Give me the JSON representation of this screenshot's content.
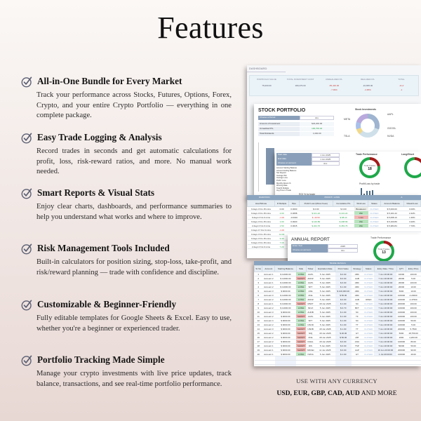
{
  "title": "Features",
  "features": [
    {
      "icon": "check-circle-icon",
      "title": "All-in-One Bundle for Every Market",
      "description": "Track your performance across Stocks, Futures, Options, Forex, Crypto, and your entire Crypto Portfolio — everything in one complete package."
    },
    {
      "icon": "check-circle-icon",
      "title": "Easy Trade Logging & Analysis",
      "description": "Record trades in seconds and get automatic calculations for profit, loss, risk-reward ratios, and more. No manual work needed."
    },
    {
      "icon": "check-circle-icon",
      "title": "Smart Reports & Visual Stats",
      "description": "Enjoy clear charts, dashboards, and performance summaries to help you understand what works and where to improve."
    },
    {
      "icon": "check-circle-icon",
      "title": "Risk Management Tools Included",
      "description": "Built-in calculators for position sizing, stop-loss, take-profit, and risk/reward planning — trade with confidence and discipline."
    },
    {
      "icon": "check-circle-icon",
      "title": "Customizable & Beginner-Friendly",
      "description": "Fully editable templates for Google Sheets & Excel. Easy to use, whether you're a beginner or experienced trader."
    },
    {
      "icon": "check-circle-icon",
      "title": "Portfolio Tracking Made Simple",
      "description": "Manage your crypto investments with live price updates, track balance, transactions, and see real-time portfolio performance."
    }
  ],
  "dashboard": {
    "header": "DASHBOARD",
    "kpis": [
      {
        "label": "PORTFOLIO VALUE",
        "value": "75,000.00",
        "sub": ""
      },
      {
        "label": "TOTAL INVESTMENT COST",
        "value": "180,279.00",
        "sub": ""
      },
      {
        "label": "UNREALIZED P/L",
        "value": "-55,420.00",
        "sub": "-7.99%"
      },
      {
        "label": "REALIZED P/L",
        "value": "-10,835.00",
        "sub": "-4.95%"
      },
      {
        "label": "TOTAL",
        "value": "-11,0",
        "sub": "-1"
      }
    ]
  },
  "stock_portfolio": {
    "title": "STOCK PORTFOLIO",
    "period_label": "Choose a Period",
    "period_value": "ALL",
    "rows": [
      {
        "label": "Amount of Investment",
        "value": "$23,200.00"
      },
      {
        "label": "Unrealized P/L",
        "value": "100,700.40"
      },
      {
        "label": "Total Dividends",
        "value": "1,000.00"
      }
    ],
    "donut_title": "Stock Investments",
    "donut_labels": [
      "META",
      "AAPL",
      "GOOGL",
      "TSLA",
      "NVDA"
    ]
  },
  "stats": {
    "start_label": "Start date",
    "start_value": "1 Jun 2025",
    "end_label": "End date",
    "end_value": "1 Jun 2025",
    "account_label": "Choose an account",
    "account_value": "ALL",
    "rows": [
      "Account Starting Balance",
      "Account Ending Balance",
      "Net Deposit",
      "Average Win",
      "Average Loss",
      "Profit / Loss",
      "Monthly Return %",
      "Winning Rate",
      "Total R Multiple",
      "Avg Time in Trade"
    ],
    "chart_title": "ROI % by trade",
    "trade_perf_title": "Trade Performance",
    "total_trades_label": "Total Trades",
    "total_trades": "18",
    "long_short_title": "Long/Short",
    "profit_loss_title": "Profit/Loss by trade"
  },
  "trade_log": {
    "bands": [
      "DURATION",
      "PROFIT / LOSS",
      "A"
    ],
    "columns": [
      "Hour/Minute",
      "R Multiple",
      "Pips",
      "Profit/ Loss (Minus Fees)",
      "Cumulative P/L",
      "Win/Loss",
      "Status",
      "Account Balance",
      "%Gain/Loss"
    ],
    "rows": [
      [
        "9 days 3 hrs 15 mins",
        "0.00",
        "0.0000",
        "$ 0.00",
        "$ 0.00",
        "Breakeven",
        "CLOSED",
        "$ 5,000.00",
        "0.00%"
      ],
      [
        "9 days 3 hrs 15 mins",
        "2.00",
        "0.0058",
        "$ 101.22",
        "$ 101.22",
        "Win",
        "CLOSED",
        "$ 5,101.22",
        "2.42%"
      ],
      [
        "9 days 0 hrs 0 mins",
        "-1.00",
        "-0.0010",
        "$ -40.50",
        "$ 68.10",
        "Loss",
        "CLOSED",
        "$ 5,068.10",
        "1.36%"
      ],
      [
        "9 days 3 hrs 15 mins",
        "1.00",
        "0.0020",
        "$ 140.89",
        "$ 208.99",
        "Win",
        "CLOSED",
        "$ 5,160.89",
        "3.20%"
      ],
      [
        "2 days 0 hrs 0 mins",
        "1.50",
        "0.0015",
        "$ 224.76",
        "$ 453.76",
        "Win",
        "CLOSED",
        "$ 5,384.84",
        "7.70%"
      ],
      [
        "0 days 17 hrs 0 mins",
        "-1.00",
        "",
        "",
        "",
        "",
        "",
        "",
        ""
      ],
      [
        "0 days 3 hrs 15 mins",
        "14.00",
        "",
        "",
        "",
        "",
        "",
        "",
        ""
      ],
      [
        "9 days 3 hrs 15 mins",
        "9.40",
        "",
        "",
        "",
        "",
        "",
        "",
        ""
      ],
      [
        "9 days 3 hrs 15 mins",
        "7.16",
        "",
        "",
        "",
        "",
        "",
        "",
        ""
      ],
      [
        "2 days 0 hrs 0 mins",
        "7.20",
        "",
        "",
        "",
        "",
        "",
        "",
        ""
      ],
      [
        "28 days 0 hrs 0 mins",
        "6.87",
        "",
        "",
        "",
        "",
        "",
        "",
        ""
      ],
      [
        "2 days 0 hrs 0 mins",
        "1.90",
        "",
        "",
        "",
        "",
        "",
        "",
        ""
      ]
    ]
  },
  "annual_report": {
    "title": "ANNUAL REPORT",
    "year_label": "Enter Year",
    "year_value": "2025",
    "account_label": "Choose an account",
    "account_value": "ALL",
    "trade_perf_title": "Trade Performance",
    "total_trades_label": "Total Trades",
    "total_trades": "13"
  },
  "trade_details": {
    "band": "TRADE DETAILS",
    "band_right": "OPEN POSITION",
    "columns": [
      "Sr No",
      "Account",
      "Starting Balance",
      "Side",
      "Ticker",
      "Expiration Date",
      "Point Value",
      "Strategy",
      "Status",
      "Entry Date / Time",
      "QTY",
      "Entry Price"
    ],
    "rows": [
      [
        "1",
        "Account 1",
        "$ 12000.00",
        "LONG",
        "AAPL",
        "5 Jun 2025",
        "$ 0.00",
        "ABC",
        "CLOSED",
        "7 Jun 20:00:00",
        "10000",
        "100.00"
      ],
      [
        "2",
        "Account 2",
        "$ 12000.00",
        "SHORT",
        "ADOZ",
        "5 Jun 2025",
        "$ 0.00",
        "AAB",
        "CLOSED",
        "7 Jun 20:00:00",
        "20000",
        "5.00"
      ],
      [
        "3",
        "Account 1",
        "$ 12000.00",
        "LONG",
        "AAPL",
        "5 Jun 2025",
        "$ 0.00",
        "ABC",
        "CLOSED",
        "7 Jun 20:00:00",
        "20000",
        "100.00"
      ],
      [
        "4",
        "Account 2",
        "$ 12000.00",
        "LONG",
        "SPY",
        "5 Jun 2025",
        "$ 1.00",
        "ABC",
        "CLOSED",
        "7 Jun 20:00:00",
        "20000",
        "10.00"
      ],
      [
        "5",
        "Account 3",
        "$ 9000.00",
        "LONG",
        "AXE",
        "5 Jun 2025",
        "$ 100,000.00",
        "ABC",
        "CLOSED",
        "7 Jun 20:00:00",
        "5000",
        "10.00"
      ],
      [
        "6",
        "Account 3",
        "$ 12000.00",
        "LONG",
        "ZCE",
        "5 Jun 2025",
        "$ 50.00",
        "ABC",
        "CLOSED",
        "7 Jun 20:00:00",
        "100000",
        "4.20000"
      ],
      [
        "7",
        "Account 2",
        "$ 12000.00",
        "LONG",
        "ADOZ",
        "5 Jun 2025",
        "$ 0.00",
        "AAB",
        "OPEN",
        "7 Jun 20:00:00",
        "100000",
        "4.47500"
      ],
      [
        "8",
        "Account 1",
        "$ 12000.00",
        "SHORT",
        "MSFT",
        "18 Jun 2025",
        "$ 1.00",
        "SC",
        "CLOSED",
        "7 Jun 20:00:00",
        "200000",
        "100.00"
      ],
      [
        "9",
        "Account 2",
        "$ 12000.00",
        "LONG",
        "NFLX",
        "5 Jun 2025",
        "$ 0.70",
        "BFT",
        "CLOSED",
        "7 Jun 20:00:00",
        "100000",
        "100.00"
      ],
      [
        "10",
        "Account 3",
        "$ 9000.00",
        "LONG",
        "AUDB",
        "5 Jun 2025",
        "$ 1.00",
        "SC",
        "CLOSED",
        "7 Jun 20:00:00",
        "100000",
        "100.00"
      ],
      [
        "11",
        "Account 2",
        "$ 9000.00",
        "SHORT",
        "AAPL",
        "5 Jun 2025",
        "$ 1.00",
        "TF",
        "CLOSED",
        "7 Jun 20:00:00",
        "100000",
        "100.00"
      ],
      [
        "12",
        "Account 4",
        "$ 9000.00",
        "LONG",
        "SPY",
        "5 Jun 2025",
        "$ 1.00",
        "SC",
        "CLOSED",
        "7 Jun 20:00:00",
        "100000",
        "50.00"
      ],
      [
        "13",
        "Account 2",
        "$ 9000.00",
        "LONG",
        "USOD",
        "5 Jun 2025",
        "$ 1.00",
        "TT",
        "CLOSED",
        "7 Jun 20:00:00",
        "100000",
        "5.00"
      ],
      [
        "14",
        "Account 3",
        "$ 9000.00",
        "SHORT",
        "USDB",
        "18 Jun 2025",
        "$ 1.00",
        "TT",
        "CLOSED",
        "7 Jun 20:00:00",
        "200000",
        "5.7500"
      ],
      [
        "15",
        "Account 2",
        "$ 9000.00",
        "SHORT",
        "NIQ",
        "18 Jun 2025",
        "$ 20.00",
        "GT",
        "CLOSED",
        "7 Jun 20:00:00",
        "5000",
        "18,750.00"
      ],
      [
        "16",
        "Account 2",
        "$ 9000.00",
        "SHORT",
        "ZCE",
        "18 Jun 2025",
        "$ 50.00",
        "LBT",
        "CLOSED",
        "7 Jun 20:00:00",
        "2000",
        "4,200.00"
      ],
      [
        "17",
        "Account 2",
        "$ 9000.00",
        "SHORT",
        "RHAL",
        "18 Jun 2025",
        "$ 0.00",
        "ANU",
        "CLOSED",
        "7 Jun 20:00:00",
        "100000",
        "80.00"
      ],
      [
        "18",
        "Account 1",
        "$ 9000.00",
        "SHORT",
        "DIS",
        "5 Jun 2025",
        "$ 0.00",
        "TSP",
        "CLOSED",
        "7 Jun 20:00:00",
        "50000",
        "50.00"
      ],
      [
        "19",
        "Account 1",
        "$ 9000.00",
        "SHORT",
        "NIKKEI",
        "11 Jun 2025",
        "$ 0.00",
        "AAP",
        "CLOSED",
        "16 Jun 20:00:00",
        "200000",
        "90.00"
      ],
      [
        "20",
        "Account 1",
        "$ 9000.00",
        "LONG",
        "NVDA",
        "5 Jun 2025",
        "$ 1.00",
        "GT",
        "CLOSED",
        "1 Jul 20:00:00",
        "100000",
        "49.00"
      ]
    ]
  },
  "currency": {
    "tagline": "USE WITH ANY CURRENCY",
    "bold_list": "USD, EUR, GBP, CAD, AUD",
    "suffix": " AND MORE"
  }
}
